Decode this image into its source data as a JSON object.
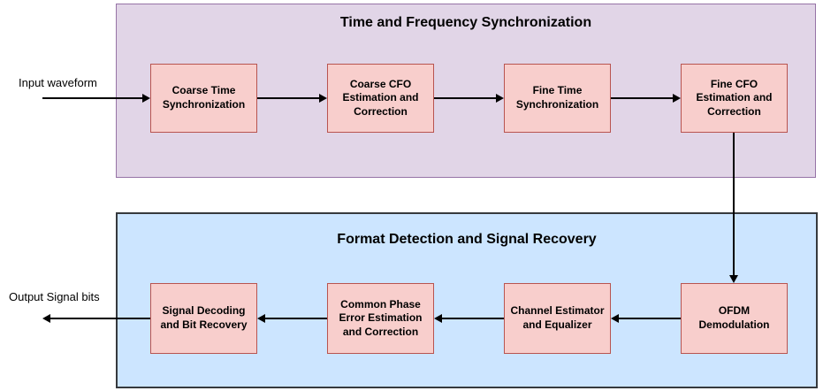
{
  "labels": {
    "input": "Input waveform",
    "output": "Output Signal bits"
  },
  "sections": {
    "sync": {
      "title": "Time and Frequency Synchronization",
      "fill": "#e1d5e7",
      "border_color": "#9673a6",
      "boxes": [
        {
          "label": "Coarse Time\nSynchronization"
        },
        {
          "label": "Coarse CFO\nEstimation and\nCorrection"
        },
        {
          "label": "Fine Time\nSynchronization"
        },
        {
          "label": "Fine CFO\nEstimation and\nCorrection"
        }
      ]
    },
    "recovery": {
      "title": "Format Detection and Signal Recovery",
      "fill": "#cce5ff",
      "border_color": "#36393d",
      "boxes": [
        {
          "label": "Signal Decoding\nand Bit Recovery"
        },
        {
          "label": "Common Phase\nError Estimation\nand Correction"
        },
        {
          "label": "Channel Estimator\nand Equalizer"
        },
        {
          "label": "OFDM\nDemodulation"
        }
      ]
    }
  },
  "node_style": {
    "fill": "#f8cecc",
    "border_color": "#b85450",
    "text_color": "#000000"
  },
  "connections": [
    {
      "from": "Input waveform",
      "to": "Coarse Time Synchronization",
      "direction": "right"
    },
    {
      "from": "Coarse Time Synchronization",
      "to": "Coarse CFO Estimation and Correction",
      "direction": "right"
    },
    {
      "from": "Coarse CFO Estimation and Correction",
      "to": "Fine Time Synchronization",
      "direction": "right"
    },
    {
      "from": "Fine Time Synchronization",
      "to": "Fine CFO Estimation and Correction",
      "direction": "right"
    },
    {
      "from": "Fine CFO Estimation and Correction",
      "to": "OFDM Demodulation",
      "direction": "down"
    },
    {
      "from": "OFDM Demodulation",
      "to": "Channel Estimator and Equalizer",
      "direction": "left"
    },
    {
      "from": "Channel Estimator and Equalizer",
      "to": "Common Phase Error Estimation and Correction",
      "direction": "left"
    },
    {
      "from": "Common Phase Error Estimation and Correction",
      "to": "Signal Decoding and Bit Recovery",
      "direction": "left"
    },
    {
      "from": "Signal Decoding and Bit Recovery",
      "to": "Output Signal bits",
      "direction": "left"
    }
  ]
}
